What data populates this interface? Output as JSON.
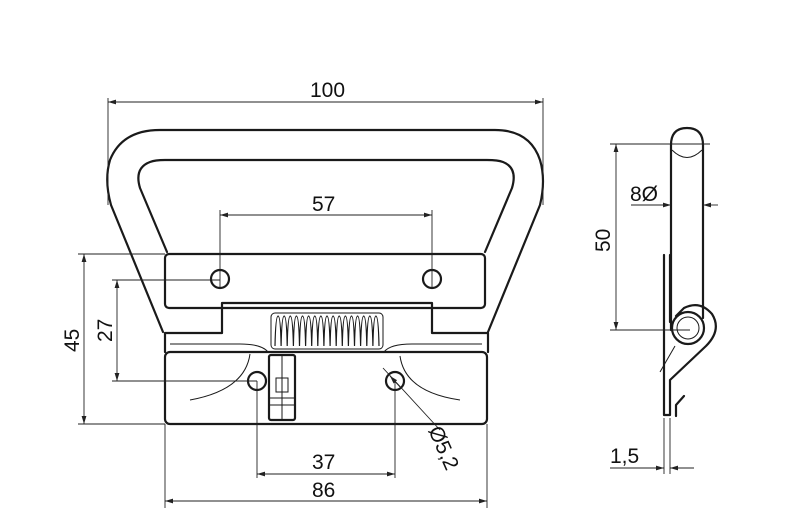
{
  "dimensions": {
    "width_top": "100",
    "hole_spacing_top": "57",
    "plate_height": "45",
    "hole_height": "27",
    "bottom_hole_spacing": "37",
    "plate_width": "86",
    "hole_diameter": "Ø5,2",
    "side_height": "50",
    "rod_diameter": "8Ø",
    "sheet_thickness": "1,5"
  }
}
